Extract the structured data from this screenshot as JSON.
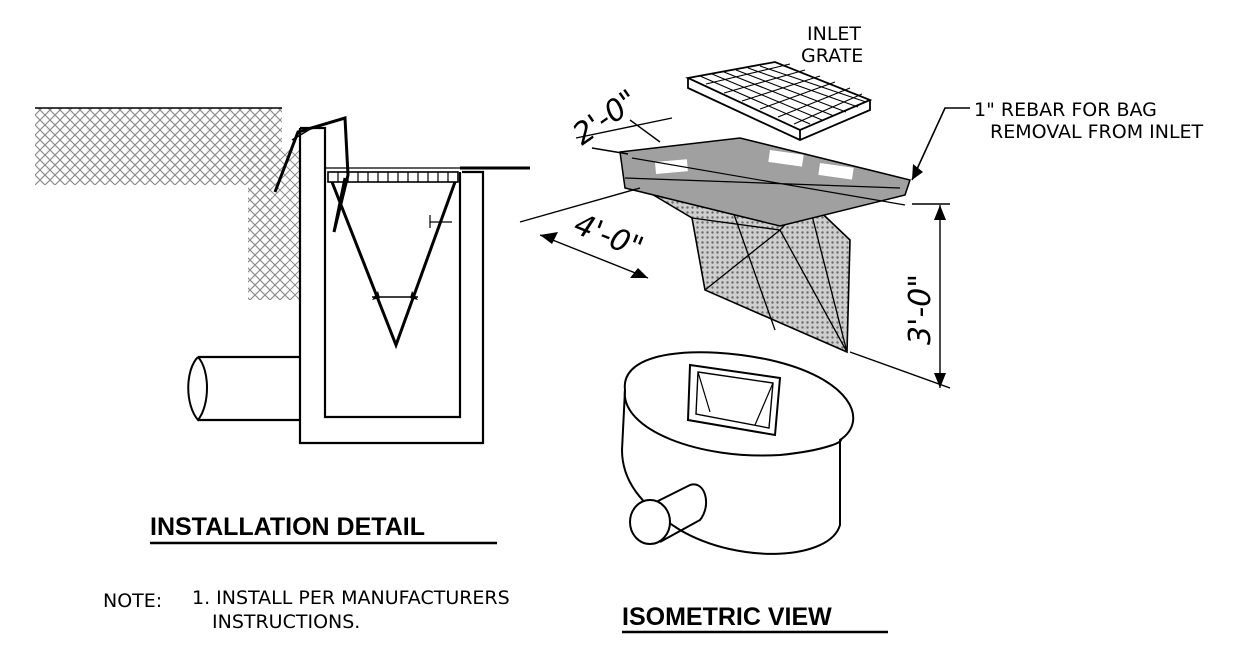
{
  "labels": {
    "inlet_grate_line1": "INLET",
    "inlet_grate_line2": "GRATE",
    "rebar_line1": "1\" REBAR FOR BAG",
    "rebar_line2": "REMOVAL FROM INLET",
    "dim_width": "2'-0\"",
    "dim_length": "4'-0\"",
    "dim_depth": "3'-0\"",
    "installation_title": "INSTALLATION DETAIL",
    "isometric_title": "ISOMETRIC VIEW",
    "note_label": "NOTE:",
    "note_1_line1": "1. INSTALL PER MANUFACTURERS",
    "note_1_line2": "INSTRUCTIONS."
  },
  "colors": {
    "line": "#000000",
    "fabric": "#b8b8b8",
    "soil_hatch": "#8c8c8c",
    "flap": "#7a7a7a"
  }
}
